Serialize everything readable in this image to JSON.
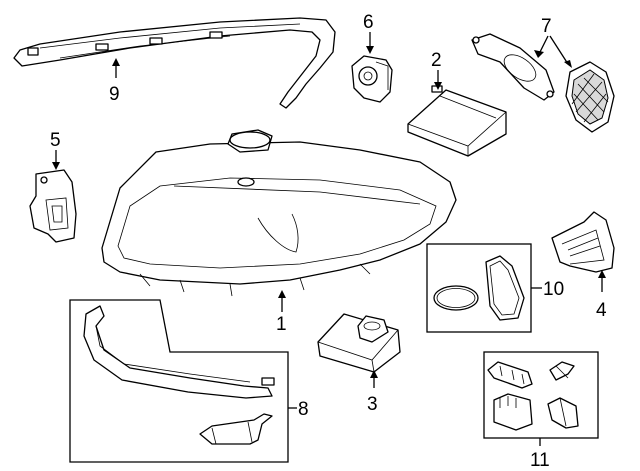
{
  "diagram": {
    "callouts": [
      {
        "id": "c1",
        "label": "1"
      },
      {
        "id": "c2",
        "label": "2"
      },
      {
        "id": "c3",
        "label": "3"
      },
      {
        "id": "c4",
        "label": "4"
      },
      {
        "id": "c5",
        "label": "5"
      },
      {
        "id": "c6",
        "label": "6"
      },
      {
        "id": "c7",
        "label": "7"
      },
      {
        "id": "c8",
        "label": "8"
      },
      {
        "id": "c9",
        "label": "9"
      },
      {
        "id": "c10",
        "label": "10"
      },
      {
        "id": "c11",
        "label": "11"
      }
    ]
  }
}
